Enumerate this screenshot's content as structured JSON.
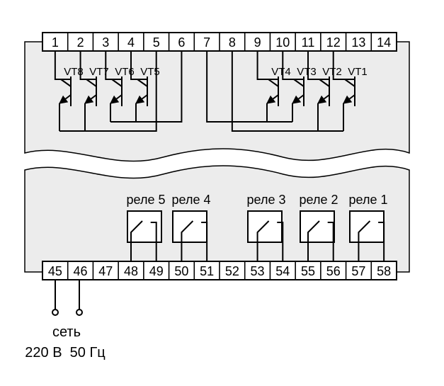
{
  "top_terminals": [
    "1",
    "2",
    "3",
    "4",
    "5",
    "6",
    "7",
    "8",
    "9",
    "10",
    "11",
    "12",
    "13",
    "14"
  ],
  "bottom_terminals": [
    "45",
    "46",
    "47",
    "48",
    "49",
    "50",
    "51",
    "52",
    "53",
    "54",
    "55",
    "56",
    "57",
    "58"
  ],
  "transistors": [
    "VT8",
    "VT7",
    "VT6",
    "VT5",
    "VT4",
    "VT3",
    "VT2",
    "VT1"
  ],
  "relays": [
    "реле 5",
    "реле 4",
    "реле 3",
    "реле 2",
    "реле 1"
  ],
  "power": {
    "label": "сеть",
    "spec": "220 В  50 Гц"
  },
  "colors": {
    "panel": "#ececec",
    "line": "#000000",
    "terminal": "#ffffff"
  }
}
